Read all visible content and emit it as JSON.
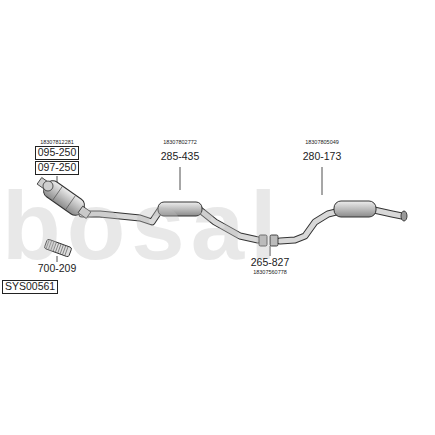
{
  "diagram": {
    "nodes": [
      {
        "text": [
          "095-250"
        ]
      },
      {
        "text": [
          "097-250"
        ]
      },
      {
        "text": [
          "SYS00561"
        ]
      }
    ],
    "labels": [
      "bosal",
      "18307812281",
      "700-209",
      "18307802772",
      "285-435",
      "265-827",
      "18307560778",
      "18307805049",
      "280-173"
    ]
  }
}
